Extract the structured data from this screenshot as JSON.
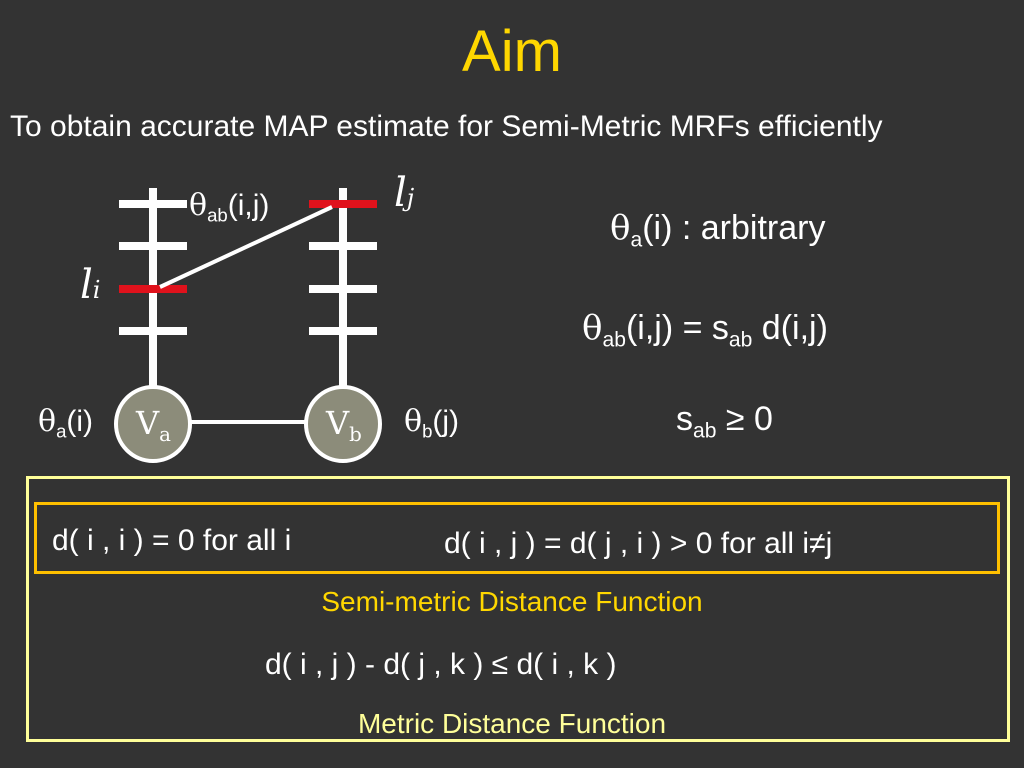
{
  "title": "Aim",
  "subtitle": "To obtain accurate MAP estimate for Semi-Metric MRFs efficiently",
  "diagram": {
    "theta": "θ",
    "theta_ab_label": {
      "sub": "ab",
      "args": "(i,j)"
    },
    "label_i": {
      "main": "l",
      "sub": "i"
    },
    "label_j": {
      "main": "l",
      "sub": "j"
    },
    "theta_a_label": {
      "sub": "a",
      "args": "(i)"
    },
    "theta_b_label": {
      "sub": "b",
      "args": "(j)"
    },
    "node_a": {
      "main": "V",
      "sub": "a"
    },
    "node_b": {
      "main": "V",
      "sub": "b"
    },
    "colors": {
      "node_fill": "#8c8c7a",
      "line": "#ffffff",
      "highlight": "#e0121c"
    }
  },
  "equations": {
    "unary": {
      "sub": "a",
      "rest": "(i) : arbitrary"
    },
    "pairwise": {
      "sub": "ab",
      "mid": "(i,j) = s",
      "sub2": "ab",
      "rest": " d(i,j)"
    },
    "weight": {
      "main": "s",
      "sub": "ab",
      "rest": " ≥ 0"
    }
  },
  "box": {
    "eq1": "d( i , i ) = 0 for all i",
    "eq2": "d( i , j ) = d( j , i ) > 0 for all i≠j",
    "semi_metric_label": "Semi-metric Distance Function",
    "triangle": "d( i , j )  - d( j , k ) ≤ d( i , k )",
    "metric_label": "Metric Distance Function"
  }
}
